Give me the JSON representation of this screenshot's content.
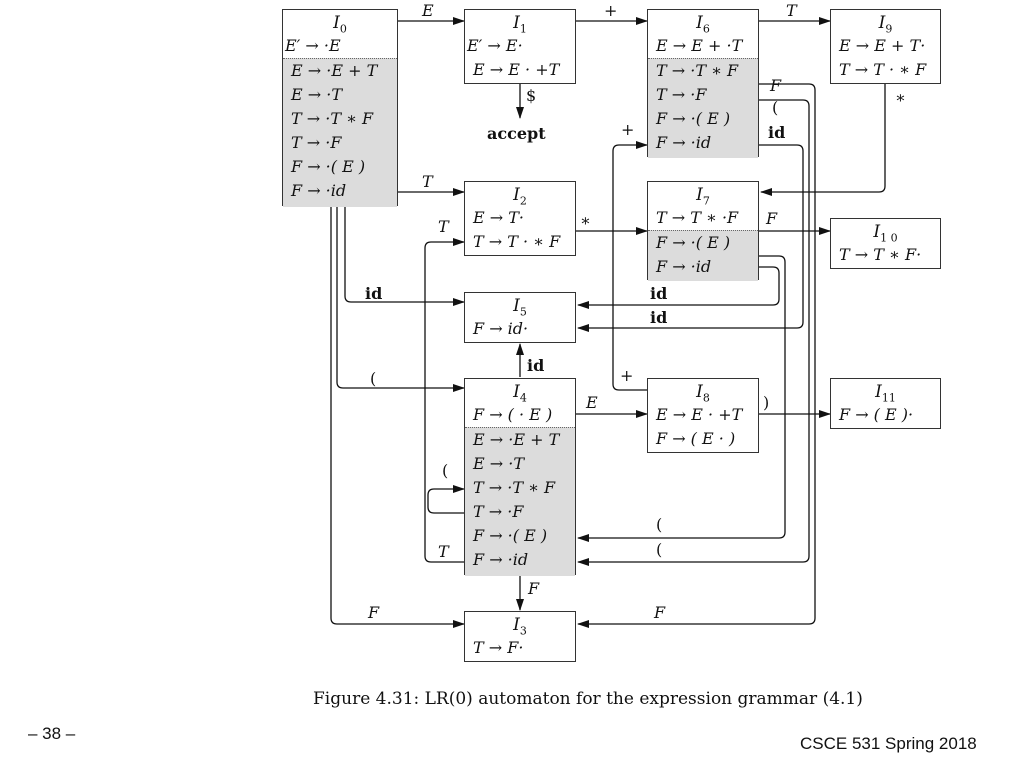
{
  "states": {
    "I0": {
      "title": "I",
      "sub": "0",
      "kernel": [
        "E′ → ·E"
      ],
      "closure": [
        "E → ·E + T",
        "E → ·T",
        "T → ·T ∗ F",
        "T → ·F",
        "F → ·( E )",
        "F → ·id"
      ]
    },
    "I1": {
      "title": "I",
      "sub": "1",
      "kernel": [
        "E′ → E·",
        "E → E · +T"
      ],
      "closure": []
    },
    "I2": {
      "title": "I",
      "sub": "2",
      "kernel": [
        "E → T·",
        "T → T · ∗ F"
      ],
      "closure": []
    },
    "I3": {
      "title": "I",
      "sub": "3",
      "kernel": [
        "T → F·"
      ],
      "closure": []
    },
    "I4": {
      "title": "I",
      "sub": "4",
      "kernel": [
        "F → ( · E )"
      ],
      "closure": [
        "E → ·E + T",
        "E → ·T",
        "T → ·T ∗ F",
        "T → ·F",
        "F → ·( E )",
        "F → ·id"
      ]
    },
    "I5": {
      "title": "I",
      "sub": "5",
      "kernel": [
        "F → id·"
      ],
      "closure": []
    },
    "I6": {
      "title": "I",
      "sub": "6",
      "kernel": [
        "E → E + ·T"
      ],
      "closure": [
        "T → ·T ∗ F",
        "T → ·F",
        "F → ·( E )",
        "F → ·id"
      ]
    },
    "I7": {
      "title": "I",
      "sub": "7",
      "kernel": [
        "T → T ∗ ·F"
      ],
      "closure": [
        "F → ·( E )",
        "F → ·id"
      ]
    },
    "I8": {
      "title": "I",
      "sub": "8",
      "kernel": [
        "E → E · +T",
        "F → ( E · )"
      ],
      "closure": []
    },
    "I9": {
      "title": "I",
      "sub": "9",
      "kernel": [
        "E → E + T·",
        "T → T · ∗ F"
      ],
      "closure": []
    },
    "I10": {
      "title": "I",
      "sub": "1 0",
      "kernel": [
        "T → T ∗ F·"
      ],
      "closure": []
    },
    "I11": {
      "title": "I",
      "sub": "11",
      "kernel": [
        "F → ( E )·"
      ],
      "closure": []
    }
  },
  "edge_labels": {
    "e0_1": "E",
    "e1_6": "+",
    "e6_9": "T",
    "dollar": "$",
    "accept": "accept",
    "e0_2": "T",
    "e2_7": "∗",
    "e7_10": "F",
    "e9_7": "∗",
    "e6_F": "F",
    "e6_paren": "(",
    "e6_id": "id",
    "e8_plus_top": "+",
    "e4_T_top": "T",
    "e0_5": "id",
    "e7_5": "id",
    "e6_5": "id",
    "e4_5": "id",
    "e0_4": "(",
    "e4_8": "E",
    "e8_11": ")",
    "e8_6": "+",
    "e4_self": "(",
    "e4_T": "T",
    "e7_4": "(",
    "e6_4": "(",
    "e4_3": "F",
    "e0_3": "F",
    "e6_3": "F"
  },
  "caption": "Figure 4.31: LR(0) automaton for the expression grammar (4.1)",
  "page_number": "– 38 –",
  "course": "CSCE 531 Spring 2018"
}
